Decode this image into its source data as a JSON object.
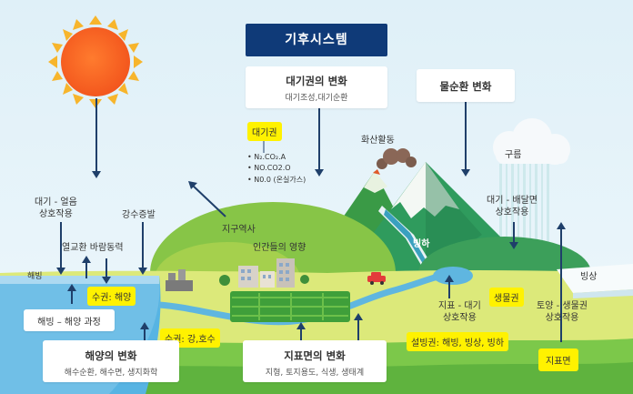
{
  "title": "기후시스템",
  "atmosphere_change": {
    "title": "대기권의 변화",
    "sub": "대기조성,대기순환"
  },
  "water_cycle_change": {
    "title": "물순환 변화"
  },
  "ocean_change": {
    "title": "해양의 변화",
    "sub": "해수순환, 해수면, 생지화학"
  },
  "surface_change": {
    "title": "지표면의 변화",
    "sub": "지형, 토지용도, 식생, 생태계"
  },
  "atmosphere_label": "대기권",
  "gases": [
    "N₂.CO₂.A",
    "NO.CO2.O",
    "N0.0 (온실가스)"
  ],
  "yellow_labels": {
    "hydro_ocean": "수권: 해양",
    "hydro_river": "수권: 강,호수",
    "cryosphere": "설빙권: 해빙, 빙상, 빙하",
    "biosphere": "생물권",
    "surface": "지표면"
  },
  "white_labels": {
    "seaice_ocean": "해빙 – 해양 과정"
  },
  "labels": {
    "air_ice": "대기 - 얼음\n상호작용",
    "precip_evap": "강수증발",
    "heat_wind": "열교환 바람동력",
    "sea_ice": "해빙",
    "earth_radiation": "지구역사",
    "human_impact": "인간들의 영향",
    "volcano": "화산활동",
    "glacier": "빙하",
    "cloud": "구름",
    "air_biomass": "대기 - 배달면\n상호작용",
    "land_air": "지표 - 대기\n상호작용",
    "soil_bio": "토양 - 생물권\n상호작용",
    "ice_sheet": "빙상"
  }
}
